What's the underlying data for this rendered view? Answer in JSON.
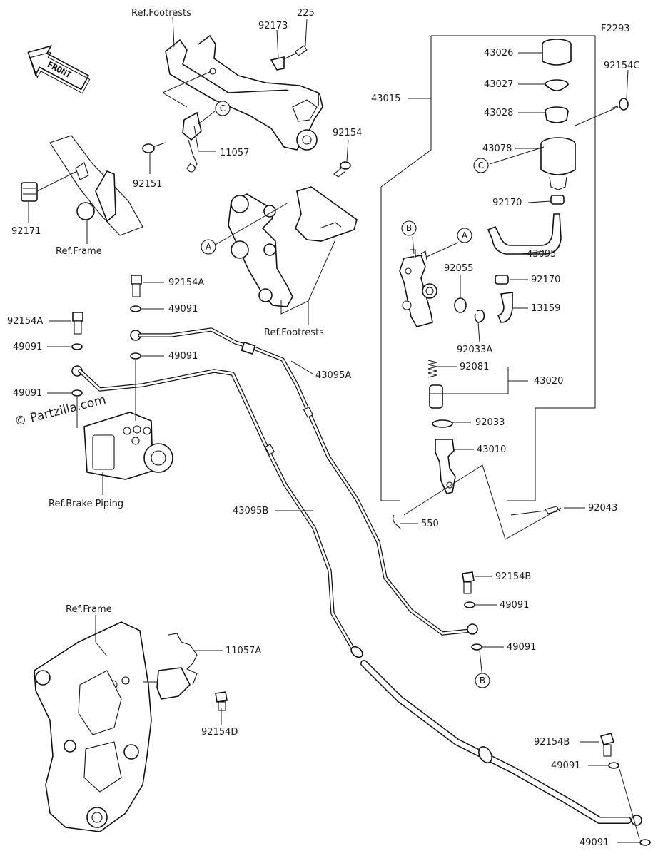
{
  "diagram_code": "F2293",
  "watermark": "© Partzilla.com",
  "front_label": "FRONT",
  "refs": {
    "footrests_top": "Ref.Footrests",
    "footrests_mid": "Ref.Footrests",
    "frame_top": "Ref.Frame",
    "frame_bottom": "Ref.Frame",
    "brake_piping": "Ref.Brake Piping"
  },
  "callouts": {
    "a1": "A",
    "a2": "A",
    "b1": "B",
    "b2": "B",
    "c1": "C",
    "c2": "C"
  },
  "parts": {
    "p225": "225",
    "p92173": "92173",
    "p11057": "11057",
    "p92151": "92151",
    "p92154": "92154",
    "p92171": "92171",
    "p92154A_1": "92154A",
    "p49091_1": "49091",
    "p49091_2": "49091",
    "p92154A_2": "92154A",
    "p49091_3": "49091",
    "p49091_4": "49091",
    "p43095A": "43095A",
    "p43095B": "43095B",
    "p43015": "43015",
    "p43026": "43026",
    "p43027": "43027",
    "p43028": "43028",
    "p43078": "43078",
    "p92154C": "92154C",
    "p92170_1": "92170",
    "p43095": "43095",
    "p92170_2": "92170",
    "p13159": "13159",
    "p92055": "92055",
    "p92033A": "92033A",
    "p92081": "92081",
    "p43020": "43020",
    "p92033": "92033",
    "p43010": "43010",
    "p92043": "92043",
    "p550": "550",
    "p92154B_1": "92154B",
    "p49091_5": "49091",
    "p49091_6": "49091",
    "p11057A": "11057A",
    "p92154D": "92154D",
    "p92154B_2": "92154B",
    "p49091_7": "49091",
    "p49091_8": "49091"
  }
}
